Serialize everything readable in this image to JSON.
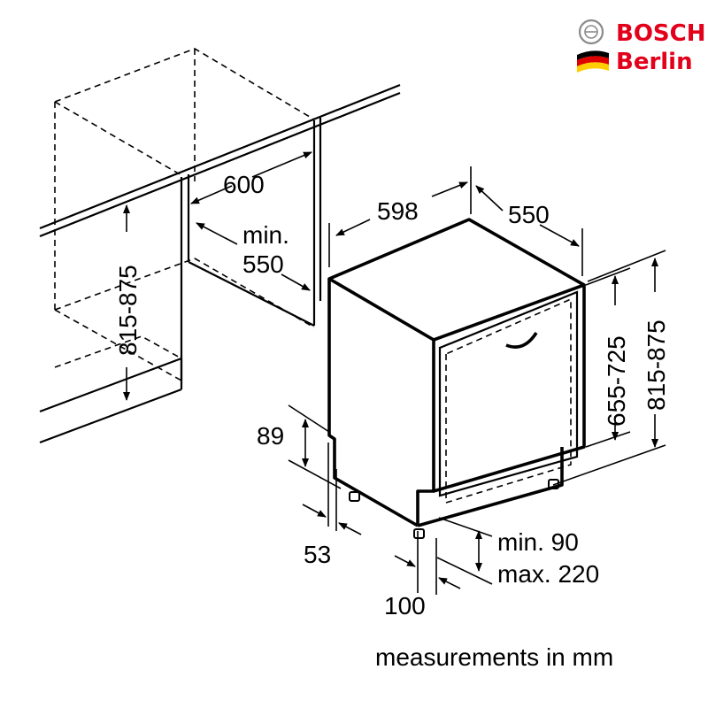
{
  "brand": {
    "name": "BOSCH",
    "location": "Berlin",
    "brand_color": "#e2001a",
    "flag_colors": [
      "#000000",
      "#dd0000",
      "#ffce00"
    ],
    "logo_icon": "bosch-armature-icon",
    "flag_icon": "germany-flag-icon"
  },
  "dimensions": {
    "cabinet_width": "600",
    "niche_depth_min": "min.",
    "niche_depth_value": "550",
    "niche_height": "815-875",
    "appliance_width": "598",
    "appliance_depth": "550",
    "door_height": "655-725",
    "appliance_height": "815-875",
    "base_height": "89",
    "base_setback": "53",
    "plinth_min": "min. 90",
    "plinth_max": "max. 220",
    "foot_offset": "100"
  },
  "caption": "measurements in mm"
}
